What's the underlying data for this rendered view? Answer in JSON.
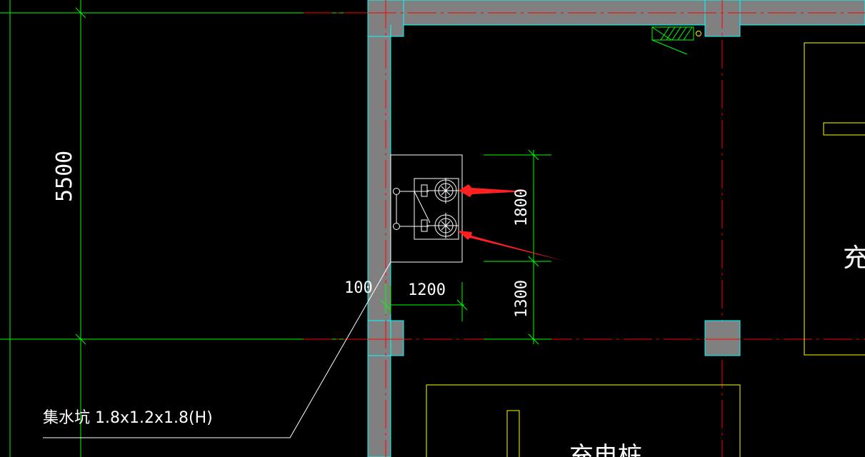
{
  "drawing": {
    "dimensions": {
      "overall_height": "5500",
      "pit_depth": "1800",
      "offset_below": "1300",
      "pit_width": "1200",
      "wall_offset": "100"
    },
    "callout": "集水坑 1.8x1.2x1.8(H)",
    "room_label_right": "充",
    "room_label_bottom": "充电桩"
  },
  "colors": {
    "background": "#000000",
    "wall": "#808080",
    "wall_edge": "#00ffff",
    "axis_line": "#ff0000",
    "dimension_line": "#00ff00",
    "annotation": "#ffffff",
    "equipment": "#ffff00",
    "arrow": "#ff2020"
  }
}
